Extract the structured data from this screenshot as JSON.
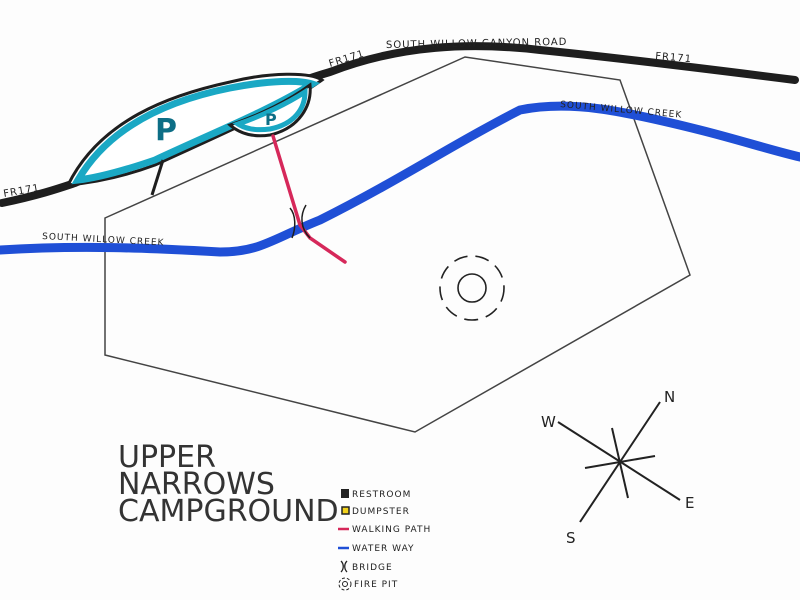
{
  "title": {
    "line1": "UPPER",
    "line2": "NARROWS",
    "line3": "CAMPGROUND"
  },
  "road": {
    "label_left": "FR171",
    "label_top": "FR171",
    "label_name": "SOUTH WILLOW CANYON ROAD",
    "label_right": "FR171",
    "color": "#1e1e1e"
  },
  "creek": {
    "label_upper": "SOUTH WILLOW CREEK",
    "label_lower": "SOUTH WILLOW CREEK",
    "color": "#1f4fd6"
  },
  "parking": {
    "large_label": "P",
    "small_label": "P",
    "fill": "#ffffff",
    "outline": "#1aa8c4"
  },
  "walking_path_color": "#d6285a",
  "compass": {
    "n": "N",
    "e": "E",
    "s": "S",
    "w": "W"
  },
  "legend": {
    "items": [
      {
        "symbol": "restroom",
        "label": "RESTROOM"
      },
      {
        "symbol": "dumpster",
        "label": "DUMPSTER"
      },
      {
        "symbol": "walking-path",
        "label": "WALKING PATH"
      },
      {
        "symbol": "water-way",
        "label": "WATER WAY"
      },
      {
        "symbol": "bridge",
        "label": "BRIDGE"
      },
      {
        "symbol": "fire-pit",
        "label": "FIRE PIT"
      }
    ]
  }
}
